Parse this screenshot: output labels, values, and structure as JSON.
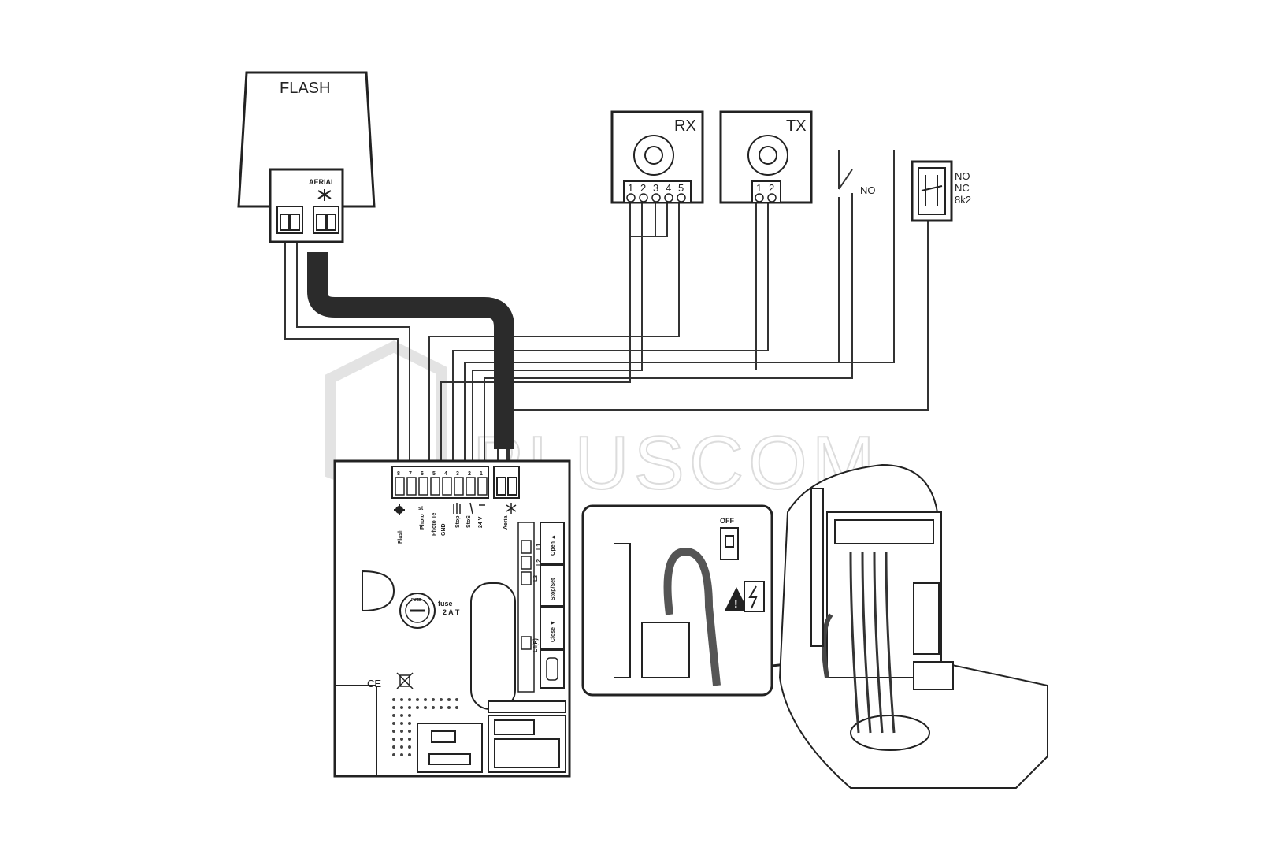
{
  "watermark": "PLUSCOM",
  "flash": {
    "title": "FLASH",
    "aerial_label": "AERIAL"
  },
  "rx": {
    "title": "RX",
    "terminals": [
      "1",
      "2",
      "3",
      "4",
      "5"
    ]
  },
  "tx": {
    "title": "TX",
    "terminals": [
      "1",
      "2"
    ]
  },
  "switch_no": {
    "label": "NO"
  },
  "safety_edge": {
    "labels": [
      "NO",
      "NC",
      "8k2"
    ]
  },
  "board": {
    "terminal_numbers": [
      "8",
      "7",
      "6",
      "5",
      "4",
      "3",
      "2",
      "1"
    ],
    "terminal_labels": [
      "Flash",
      "Photo",
      "Photo Te",
      "GND",
      "Stop",
      "StoS",
      "24 V",
      "Aerial"
    ],
    "ext_label": "st",
    "buttons": [
      "Open ▲",
      "Stop/Set",
      "Close ▼"
    ],
    "leds": [
      "L1",
      "L2",
      "L3",
      "L4(R)"
    ],
    "fuse_title": "fuse",
    "fuse_value": "2 A T",
    "fuse_badge": "FUSE",
    "marks": [
      "CE"
    ]
  },
  "inset": {
    "breaker_label": "OFF"
  }
}
